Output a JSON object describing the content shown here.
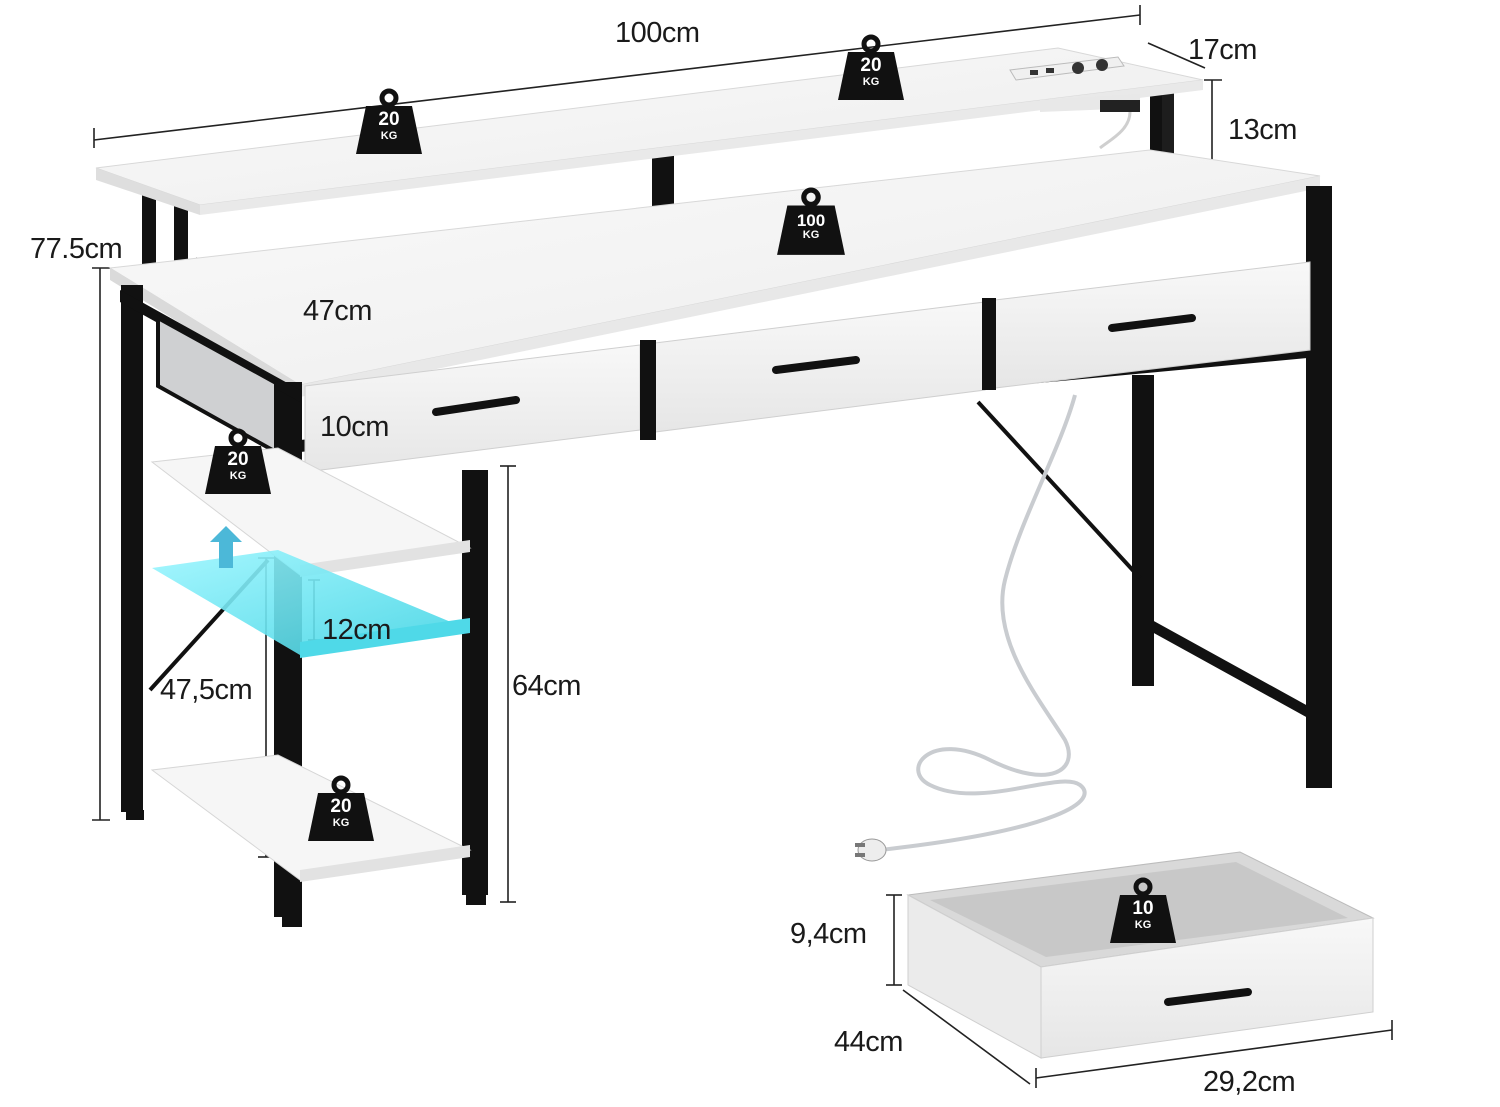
{
  "dimensions": {
    "width_total": "100cm",
    "shelf_depth": "17cm",
    "shelf_height": "13cm",
    "total_height": "77.5cm",
    "desk_depth": "47cm",
    "drawer_front_height": "10cm",
    "rack_gap": "12cm",
    "rack_height": "47,5cm",
    "under_desk_height": "64cm",
    "drawer_height": "9,4cm",
    "drawer_depth": "44cm",
    "drawer_width": "29,2cm"
  },
  "loads": {
    "monitor_shelf_left": {
      "value": "20",
      "unit": "KG"
    },
    "monitor_shelf_right": {
      "value": "20",
      "unit": "KG"
    },
    "desktop": {
      "value": "100",
      "unit": "KG"
    },
    "side_shelf_top": {
      "value": "20",
      "unit": "KG"
    },
    "side_shelf_bottom": {
      "value": "20",
      "unit": "KG"
    },
    "drawer": {
      "value": "10",
      "unit": "KG"
    }
  },
  "icons": {
    "weight": "weight-icon",
    "led_arrow": "arrow-up-icon",
    "plug": "power-plug-icon",
    "power_strip": "power-outlet-icon"
  },
  "colors": {
    "frame": "#111111",
    "board": "#f4f4f4",
    "board_edge": "#d9d9d9",
    "led_glow": "#6fe9f2",
    "cable": "#c9ccd0",
    "drawer_inner": "#d6d6d6"
  }
}
